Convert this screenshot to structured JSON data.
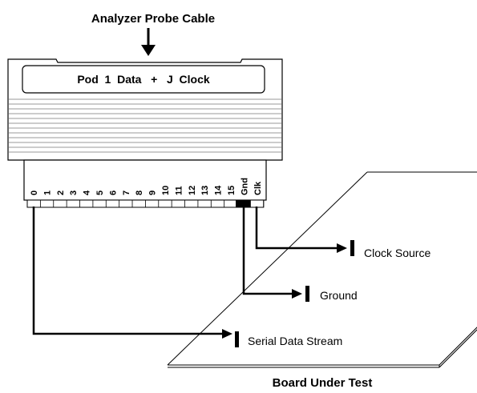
{
  "title": "Analyzer Probe Cable",
  "pod_label": "Pod  1  Data   +   J  Clock",
  "pins": [
    "0",
    "1",
    "2",
    "3",
    "4",
    "5",
    "6",
    "7",
    "8",
    "9",
    "10",
    "11",
    "12",
    "13",
    "14",
    "15",
    "Gnd",
    "Clk"
  ],
  "connections": {
    "clock": "Clock Source",
    "ground": "Ground",
    "data": "Serial Data Stream"
  },
  "board_label": "Board Under Test"
}
